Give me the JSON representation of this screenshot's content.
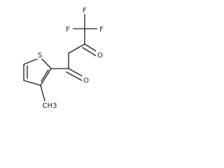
{
  "molecule": {
    "atoms": {
      "f_top": {
        "label": "F"
      },
      "f_left": {
        "label": "F"
      },
      "f_right": {
        "label": "F"
      },
      "o_ketone_upper": {
        "label": "O"
      },
      "o_ketone_lower": {
        "label": "O"
      },
      "s_thiophene": {
        "label": "S"
      },
      "methyl": {
        "label": "CH3"
      }
    },
    "colors": {
      "bond": "#222222",
      "text": "#222222",
      "background": "#ffffff"
    }
  }
}
